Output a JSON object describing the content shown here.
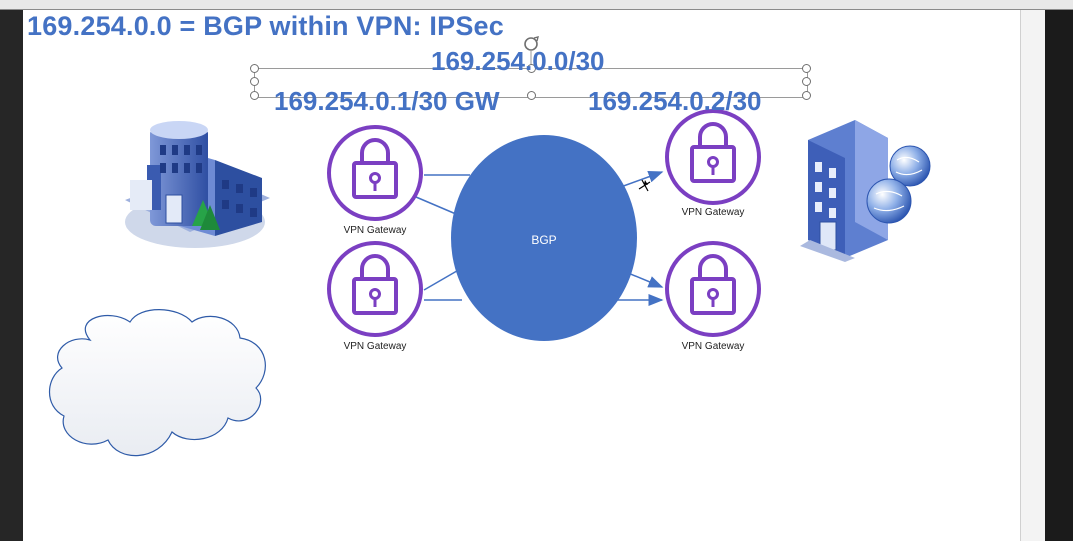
{
  "title": "169.254.0.0 = BGP within VPN: IPSec",
  "subnet_label": "169.254.0.0/30",
  "gateway_ip_label": "169.254.0.1/30 GW",
  "peer_ip_label": "169.254.0.2/30",
  "bgp_label": "BGP",
  "gateways": [
    {
      "label": "VPN Gateway"
    },
    {
      "label": "VPN Gateway"
    },
    {
      "label": "VPN Gateway"
    },
    {
      "label": "VPN Gateway"
    }
  ],
  "colors": {
    "title": "#4472c4",
    "bgp_circle": "#4472c4",
    "gateway_ring": "#7b3fc2",
    "arrow": "#4472c4",
    "slide_bg": "#ffffff"
  },
  "icons": [
    "office-building-icon",
    "globe-building-icon",
    "cloud-shape",
    "lock-icon"
  ]
}
